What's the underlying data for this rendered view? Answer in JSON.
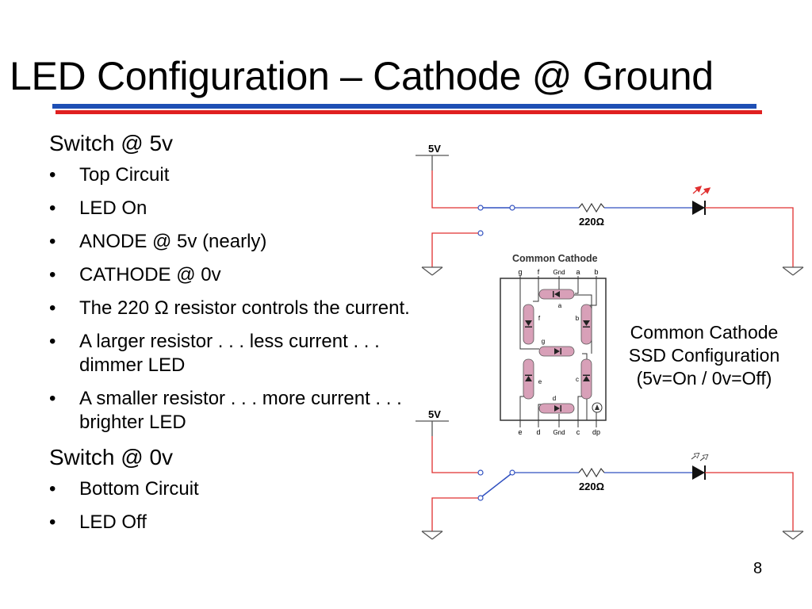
{
  "slide": {
    "title": "LED Configuration – Cathode @ Ground",
    "page_number": "8"
  },
  "bullets": {
    "switch_5v": "Switch @ 5v",
    "top_items": [
      "Top Circuit",
      "LED On",
      "ANODE @ 5v (nearly)",
      "CATHODE @ 0v",
      "The 220 Ω resistor controls the current.",
      "A larger resistor . . . less current . . . dimmer LED",
      "A smaller resistor . . . more current . . . brighter LED"
    ],
    "switch_0v": "Switch @ 0v",
    "bottom_items": [
      "Bottom Circuit",
      "LED Off"
    ]
  },
  "circuit": {
    "supply_label": "5V",
    "resistor_label": "220Ω",
    "wire_red": "#e03030",
    "wire_blue": "#3050c0"
  },
  "ssd": {
    "title": "Common Cathode",
    "top_pins": [
      "g",
      "f",
      "Gnd",
      "a",
      "b"
    ],
    "bottom_pins": [
      "e",
      "d",
      "Gnd",
      "c",
      "dp"
    ],
    "segment_letters": [
      "a",
      "b",
      "c",
      "d",
      "e",
      "f",
      "g"
    ],
    "segment_color": "#d8a0b8",
    "caption": [
      "Common Cathode",
      "SSD Configuration",
      "(5v=On / 0v=Off)"
    ]
  },
  "colors": {
    "rule_blue": "#1e4fb4",
    "rule_red": "#e02020"
  }
}
